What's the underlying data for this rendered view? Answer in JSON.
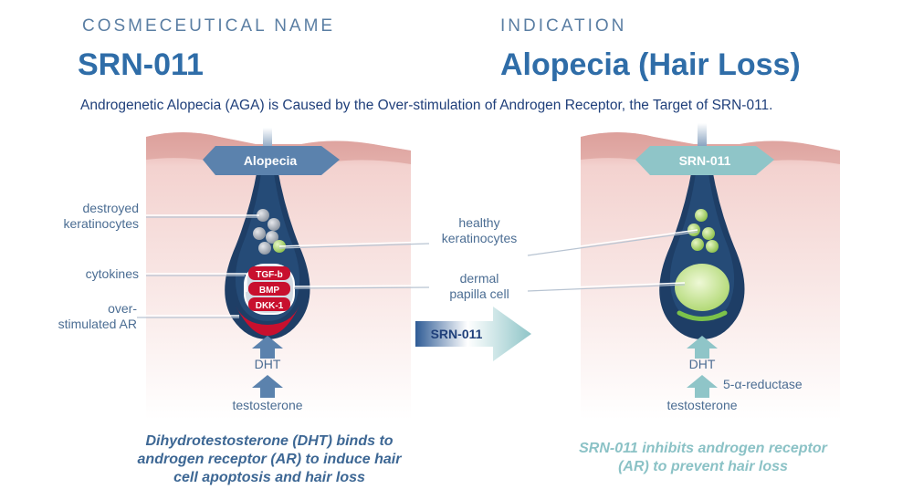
{
  "header": {
    "left_label": "COSMECEUTICAL NAME",
    "left_value": "SRN-011",
    "right_label": "INDICATION",
    "right_value": "Alopecia (Hair Loss)",
    "subtitle": "Androgenetic Alopecia (AGA) is Caused by the Over-stimulation of Androgen Receptor, the Target of SRN-011."
  },
  "left_panel": {
    "banner": "Alopecia",
    "label_destroyed": [
      "destroyed",
      "keratinocytes"
    ],
    "label_cytokines": "cytokines",
    "label_ar": [
      "over-",
      "stimulated AR"
    ],
    "cytokines": [
      "TGF-b",
      "BMP",
      "DKK-1"
    ],
    "dht": "DHT",
    "testosterone": "testosterone",
    "caption": [
      "Dihydrotestosterone (DHT) binds to",
      "androgen receptor (AR) to induce hair",
      "cell apoptosis and hair loss"
    ]
  },
  "middle": {
    "label_healthy": [
      "healthy",
      "keratinocytes"
    ],
    "label_papilla": [
      "dermal",
      "papilla cell"
    ],
    "arrow_label": "SRN-011"
  },
  "right_panel": {
    "banner": "SRN-011",
    "dht": "DHT",
    "reductase": "5-α-reductase",
    "testosterone": "testosterone",
    "caption": [
      "SRN-011 inhibits androgen receptor",
      "(AR) to prevent hair loss"
    ]
  },
  "colors": {
    "title_blue": "#2f6da8",
    "left_arrow": "#5b82ad",
    "right_arrow": "#8fc5c8",
    "follicle": "#1e3e66",
    "ar_red": "#c8102e",
    "papilla_green": "#b5dd72"
  }
}
